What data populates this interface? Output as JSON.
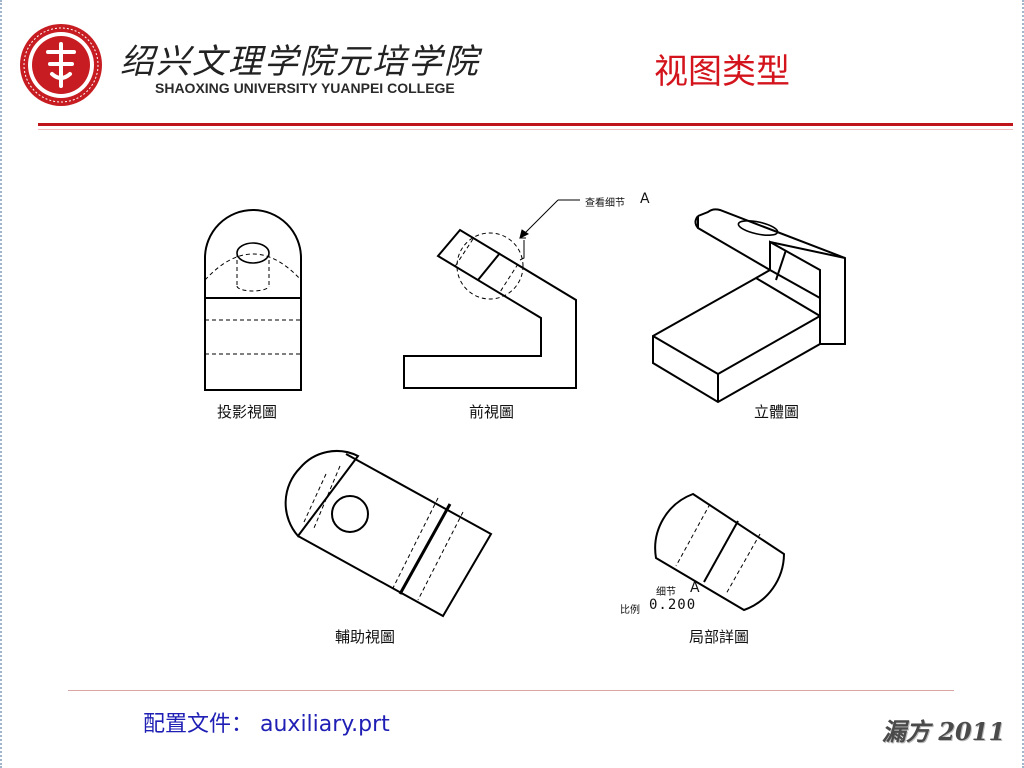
{
  "header": {
    "college_cn": "绍兴文理学院元培学院",
    "college_en": "SHAOXING UNIVERSITY YUANPEI COLLEGE",
    "logo_icon": "college-seal-icon"
  },
  "slide": {
    "title": "视图类型"
  },
  "figure": {
    "captions": {
      "projection": "投影視圖",
      "front": "前視圖",
      "isometric": "立體圖",
      "auxiliary": "輔助視圖",
      "detail": "局部詳圖"
    },
    "detail_callout": {
      "note": "查看细节",
      "letter": "A"
    },
    "detail_label": {
      "note": "细节",
      "letter": "A",
      "scale_label": "比例",
      "scale_value": "0.200"
    }
  },
  "footer": {
    "config_text": "配置文件： auxiliary.prt",
    "signature": "漏方 2011"
  },
  "colors": {
    "title_red": "#d4141c",
    "rule_red": "#c0141b",
    "footer_blue": "#1f1fb5"
  }
}
